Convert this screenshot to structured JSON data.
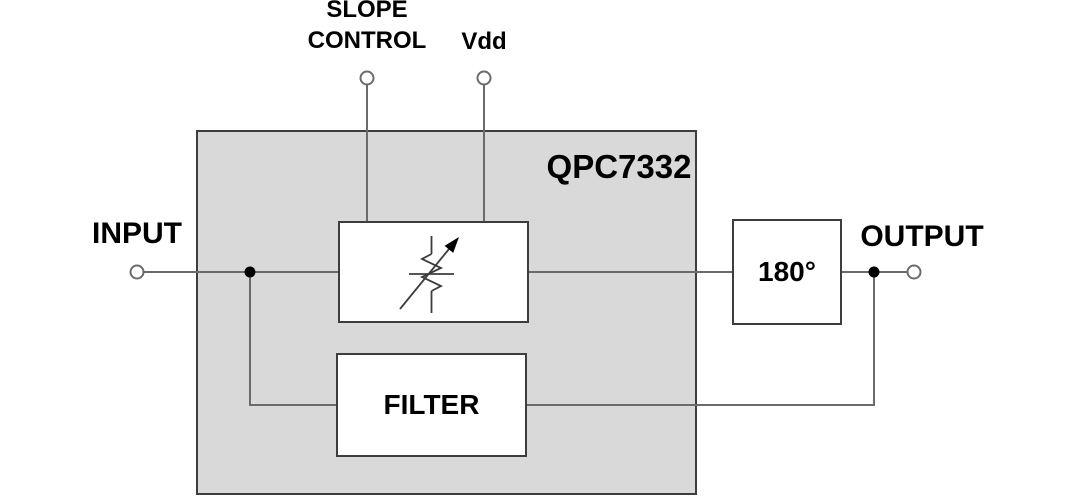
{
  "diagram": {
    "chip_name": "QPC7332",
    "pins": {
      "slope_control": {
        "line1": "SLOPE",
        "line2": "CONTROL"
      },
      "vdd": "Vdd",
      "input": "INPUT",
      "output": "OUTPUT"
    },
    "blocks": {
      "attenuator_symbol": "variable-attenuator",
      "filter": "FILTER",
      "phase_shift": "180°"
    },
    "colors": {
      "background": "#ffffff",
      "chip_fill": "#d9d9d9",
      "chip_border": "#3d3d3d",
      "block_fill": "#ffffff",
      "block_border": "#3d3d3d",
      "wire": "#6b6b6b",
      "junction_dot": "#000000",
      "terminal_fill": "#ffffff",
      "text": "#000000"
    }
  }
}
